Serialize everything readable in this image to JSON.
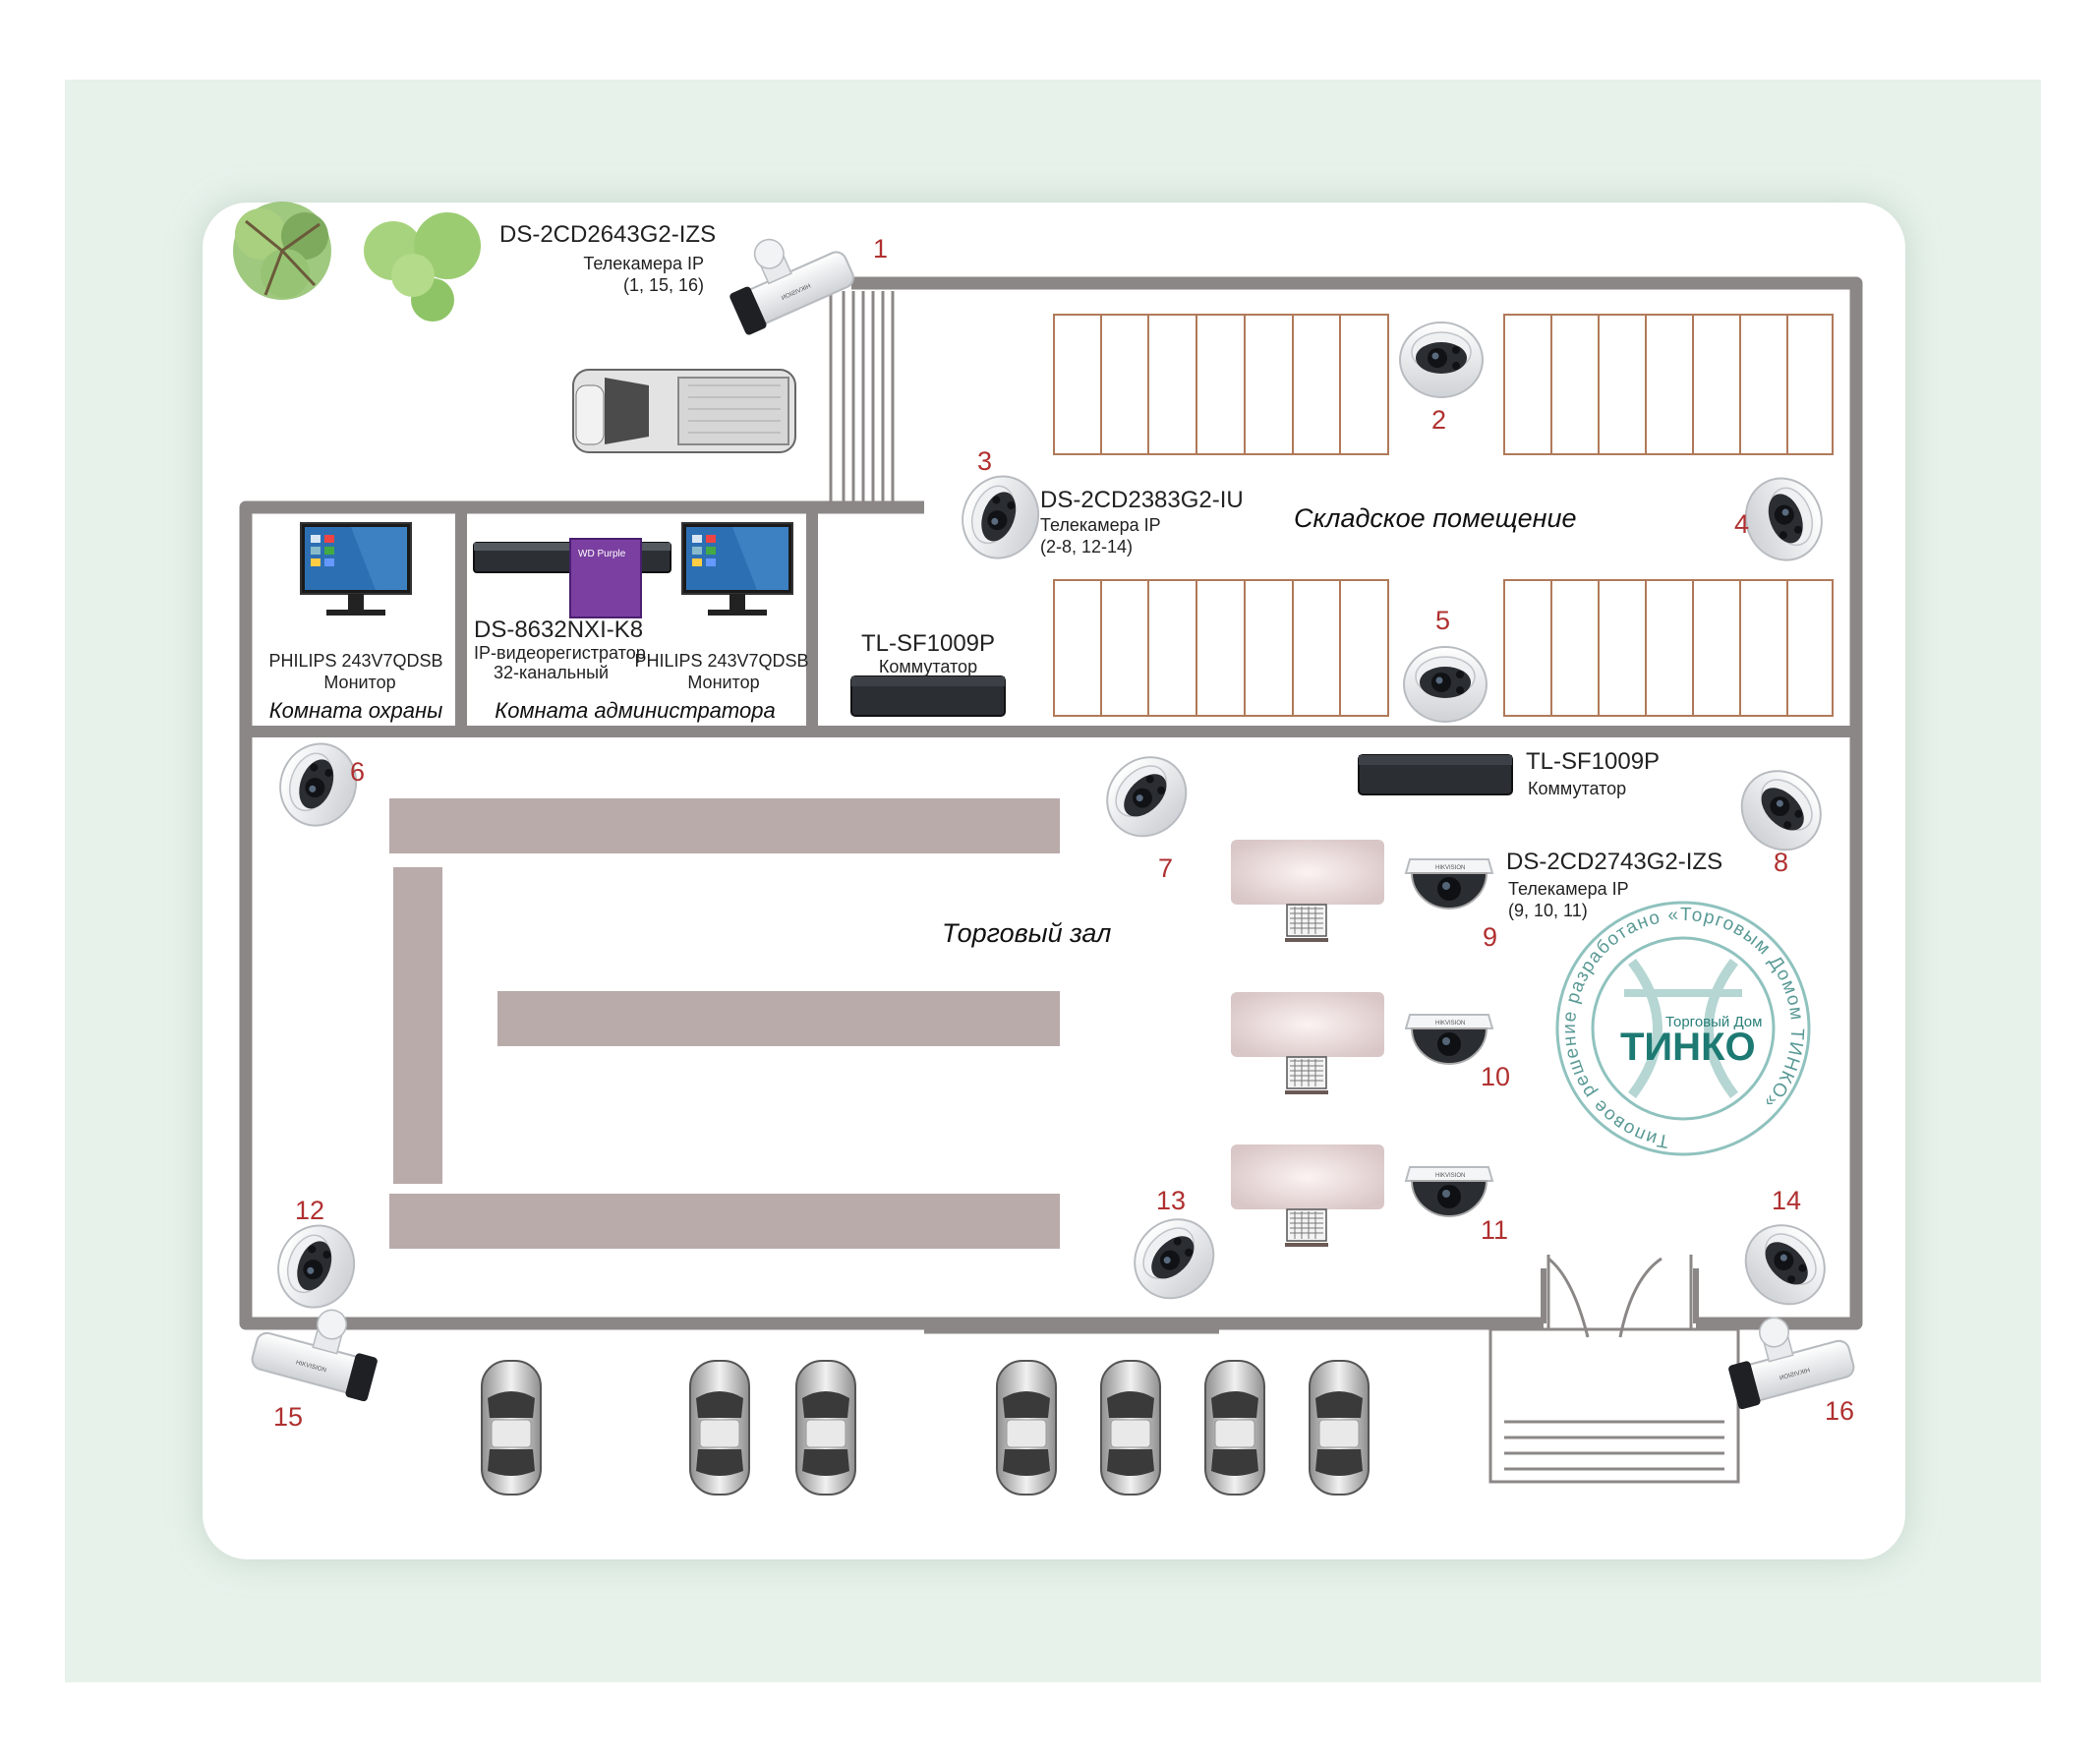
{
  "colors": {
    "outer_bg": "#e6f2ea",
    "card_bg": "#ffffff",
    "wall": "#8c8787",
    "shelf": "#b9abaa",
    "rack_line": "#b07a5a",
    "number": "#b03030",
    "stamp": "#5a9a96"
  },
  "cameras": [
    {
      "label": "1",
      "icon": "bullet-camera-icon"
    },
    {
      "label": "2",
      "icon": "turret-camera-icon"
    },
    {
      "label": "3",
      "icon": "turret-camera-icon"
    },
    {
      "label": "4",
      "icon": "turret-camera-icon"
    },
    {
      "label": "5",
      "icon": "turret-camera-icon"
    },
    {
      "label": "6",
      "icon": "turret-camera-icon"
    },
    {
      "label": "7",
      "icon": "turret-camera-icon"
    },
    {
      "label": "8",
      "icon": "turret-camera-icon"
    },
    {
      "label": "9",
      "icon": "dome-camera-icon"
    },
    {
      "label": "10",
      "icon": "dome-camera-icon"
    },
    {
      "label": "11",
      "icon": "dome-camera-icon"
    },
    {
      "label": "12",
      "icon": "turret-camera-icon"
    },
    {
      "label": "13",
      "icon": "turret-camera-icon"
    },
    {
      "label": "14",
      "icon": "turret-camera-icon"
    },
    {
      "label": "15",
      "icon": "bullet-camera-icon"
    },
    {
      "label": "16",
      "icon": "bullet-camera-icon"
    }
  ],
  "labels": {
    "bullet_model": "DS-2CD2643G2-IZS",
    "bullet_type": "Телекамера IP",
    "bullet_ids": "(1, 15, 16)",
    "turret_model": "DS-2CD2383G2-IU",
    "turret_type": "Телекамера IP",
    "turret_ids": "(2-8, 12-14)",
    "dome_model": "DS-2CD2743G2-IZS",
    "dome_type": "Телекамера IP",
    "dome_ids": "(9, 10, 11)",
    "switch_model": "TL-SF1009P",
    "switch_type": "Коммутатор",
    "nvr_model": "DS-8632NXI-K8",
    "nvr_type": "IP-видеорегистратор",
    "nvr_channels": "32-канальный",
    "monitor_model": "PHILIPS 243V7QDSB",
    "monitor_type": "Монитор"
  },
  "rooms": {
    "warehouse": "Складское помещение",
    "sales_floor": "Торговый зал",
    "security_room": "Комната охраны",
    "admin_room": "Комната администратора"
  },
  "stamp": {
    "ring_text": "Типовое решение разработано «Торговым Домом ТИНКО»",
    "logo_caption": "Торговый Дом",
    "logo_word": "ТИНКО"
  }
}
